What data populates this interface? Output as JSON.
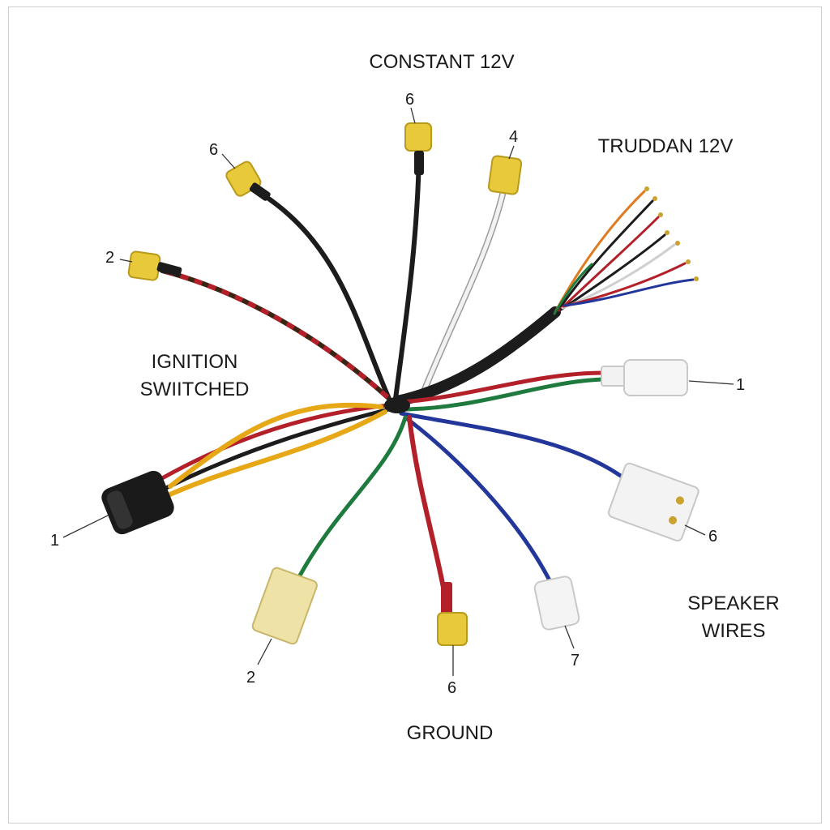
{
  "labels": {
    "constant": "CONSTANT 12V",
    "truddan": "TRUDDAN 12V",
    "ignition_line1": "IGNITION",
    "ignition_line2": "SWIITCHED",
    "speaker_line1": "SPEAKER",
    "speaker_line2": "WIRES",
    "ground": "GROUND"
  },
  "pin_numbers": {
    "top_center": "6",
    "top_left": "6",
    "top_white": "4",
    "left_upper": "2",
    "right_white_plug": "1",
    "left_black_plug": "1",
    "right_square_plug": "6",
    "bottom_left_plug": "2",
    "bottom_center_plug": "6",
    "bottom_right_plug": "7"
  },
  "colors": {
    "yellow_connector": "#e8c93a",
    "cream_connector": "#efe2a6",
    "wire_black": "#1c1c1c",
    "wire_red": "#b3202a",
    "wire_green": "#1f7a3d",
    "wire_blue": "#23379a",
    "wire_yellow": "#e6a817",
    "wire_white": "#e9e9e9",
    "wire_orange": "#e07a1f"
  }
}
